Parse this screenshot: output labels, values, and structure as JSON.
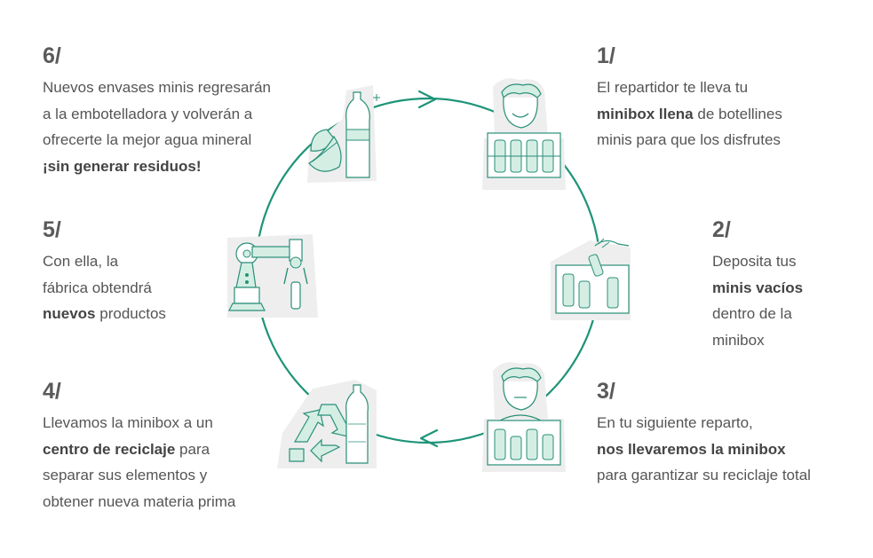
{
  "colors": {
    "cycle": "#1e9478",
    "icon_stroke": "#2a8f78",
    "icon_fill": "#d4eee4",
    "icon_bg": "#eeeeee",
    "number": "#5a5a5a",
    "text": "#555555"
  },
  "steps": [
    {
      "number": "1/",
      "icon": "person-with-full-minibox-icon",
      "lines": [
        [
          {
            "t": "El repartidor te lleva tu",
            "b": false
          }
        ],
        [
          {
            "t": "minibox llena",
            "b": true
          },
          {
            "t": " de botellines",
            "b": false
          }
        ],
        [
          {
            "t": "minis para que los disfrutes",
            "b": false
          }
        ]
      ]
    },
    {
      "number": "2/",
      "icon": "hand-dropping-bottles-in-box-icon",
      "lines": [
        [
          {
            "t": "Deposita tus",
            "b": false
          }
        ],
        [
          {
            "t": " minis vacíos",
            "b": true
          }
        ],
        [
          {
            "t": "dentro de la",
            "b": false
          }
        ],
        [
          {
            "t": "minibox",
            "b": false
          }
        ]
      ]
    },
    {
      "number": "3/",
      "icon": "person-collecting-minibox-icon",
      "lines": [
        [
          {
            "t": "En tu siguiente reparto,",
            "b": false
          }
        ],
        [
          {
            "t": "nos llevaremos la minibox",
            "b": true
          }
        ],
        [
          {
            "t": "para garantizar su reciclaje total",
            "b": false
          }
        ]
      ]
    },
    {
      "number": "4/",
      "icon": "recycling-symbol-bottle-icon",
      "lines": [
        [
          {
            "t": "Llevamos la minibox a un",
            "b": false
          }
        ],
        [
          {
            "t": "centro de reciclaje",
            "b": true
          },
          {
            "t": " para",
            "b": false
          }
        ],
        [
          {
            "t": "separar sus elementos y",
            "b": false
          }
        ],
        [
          {
            "t": "obtener nueva materia prima",
            "b": false
          }
        ]
      ]
    },
    {
      "number": "5/",
      "icon": "robotic-arm-factory-icon",
      "lines": [
        [
          {
            "t": "Con ella, la",
            "b": false
          }
        ],
        [
          {
            "t": "fábrica obtendrá",
            "b": false
          }
        ],
        [
          {
            "t": "nuevos",
            "b": true
          },
          {
            "t": " productos",
            "b": false
          }
        ]
      ]
    },
    {
      "number": "6/",
      "icon": "bottle-with-leaves-icon",
      "lines": [
        [
          {
            "t": "Nuevos envases minis regresarán",
            "b": false
          }
        ],
        [
          {
            "t": "a la embotelladora y volverán a",
            "b": false
          }
        ],
        [
          {
            "t": "ofrecerte la mejor agua mineral",
            "b": false
          }
        ],
        [
          {
            "t": "¡sin generar residuos!",
            "b": true
          }
        ]
      ]
    }
  ]
}
